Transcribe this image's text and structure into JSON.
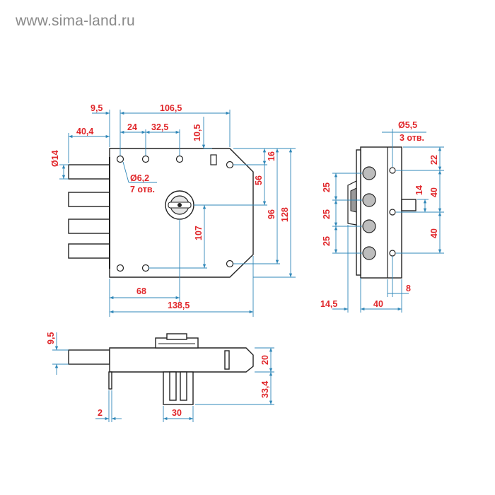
{
  "watermark": "www.sima-land.ru",
  "front_view": {
    "dims": {
      "d1": "9,5",
      "d2": "106,5",
      "d3": "40,4",
      "d4": "24",
      "d5": "32,5",
      "d6": "10,5",
      "d7": "Ø14",
      "d8": "16",
      "d9": "56",
      "d10": "96",
      "d11": "128",
      "d12": "Ø6,2",
      "d13": "7 отв.",
      "d14": "107",
      "d15": "68",
      "d16": "138,5"
    }
  },
  "side_view": {
    "dims": {
      "s1": "Ø5,5",
      "s2": "3 отв.",
      "s3": "22",
      "s4": "25",
      "s5": "14",
      "s6": "40",
      "s7": "25",
      "s8": "25",
      "s9": "40",
      "s10": "14,5",
      "s11": "40",
      "s12": "8"
    }
  },
  "top_view": {
    "dims": {
      "t1": "9,5",
      "t2": "20",
      "t3": "33,4",
      "t4": "2",
      "t5": "30"
    }
  }
}
